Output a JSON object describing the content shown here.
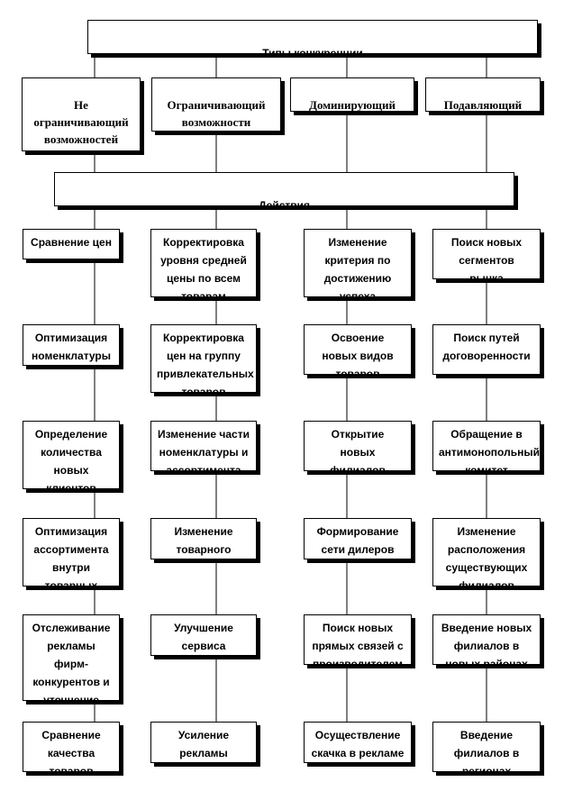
{
  "title": "Типы конкуренции",
  "types": [
    "Не\nограничивающий\nвозможностей\nфирмы",
    "Ограничивающий\nвозможности\nфирмы",
    "Доминирующий",
    "Подавляющий"
  ],
  "actions_header": "Действия",
  "columns": [
    [
      "Сравнение цен",
      "Оптимизация\nноменклатуры",
      "Определение\nколичества\nновых\nклиентов",
      "Оптимизация\nассортимента\nвнутри\nтоварных групп",
      "Отслеживание\nрекламы фирм-\nконкурентов и\nуточнение",
      "Сравнение\nкачества товаров\nи услуг"
    ],
    [
      "Корректировка\nуровня средней\nцены по всем\nтоварам",
      "Корректировка\nцен на группу\nпривлекательных\nтоваров",
      "Изменение части\nноменклатуры и\nассортимента",
      "Изменение\nтоварного запаса",
      "Улучшение\nсервиса",
      "Усиление\nрекламы"
    ],
    [
      "Изменение\nкритерия по\nдостижению\nуспеха",
      "Освоение\nновых видов\nтоваров",
      "Открытие\nновых\nфилиалов",
      "Формирование\nсети дилеров",
      "Поиск новых\nпрямых связей с\nпроизводителем",
      "Осуществление\nскачка в рекламе"
    ],
    [
      "Поиск новых\nсегментов\nрынка",
      "Поиск путей\nдоговоренности",
      "Обращение в\nантимонопольный\nкомитет",
      "Изменение\nрасположения\nсуществующих\nфилиалов",
      "Введение новых\nфилиалов в\nновых районах",
      "Введение\nфилиалов в\nрегионах"
    ]
  ]
}
